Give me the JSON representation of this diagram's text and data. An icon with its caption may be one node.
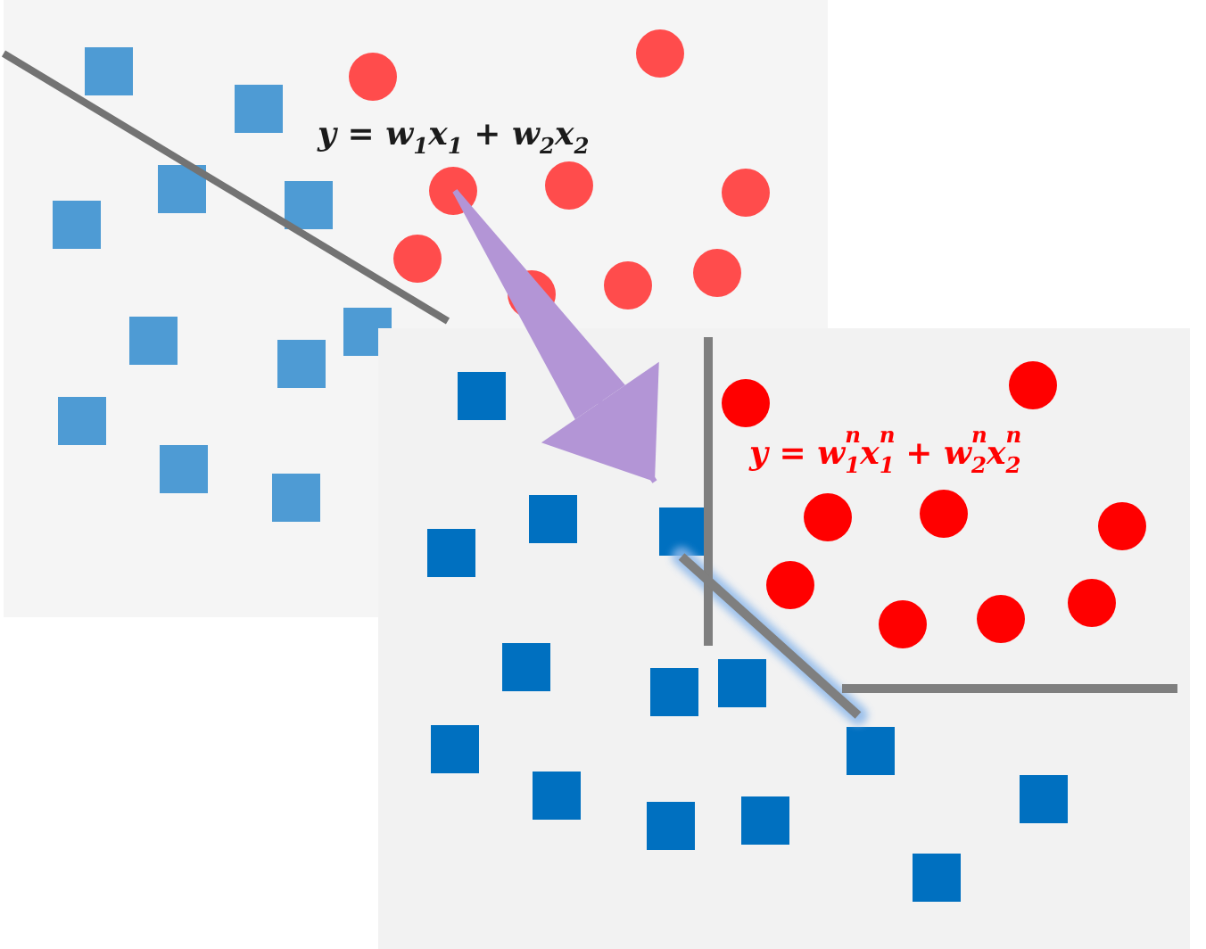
{
  "diagram": {
    "nodes": [
      {
        "text": [
          "y = w$_{1}$x$_{1}$ + w$_{2}$x$_{2}$"
        ]
      },
      {
        "text": [
          "y = w$^{n}$$_{1}$x$^{n}$$_{1}$ + w$^{n}$$_{2}$x$^{n}$$_{2}$"
        ]
      }
    ],
    "edges": [
      {
        "from": 0,
        "to": 1,
        "arrow": "to"
      }
    ]
  }
}
